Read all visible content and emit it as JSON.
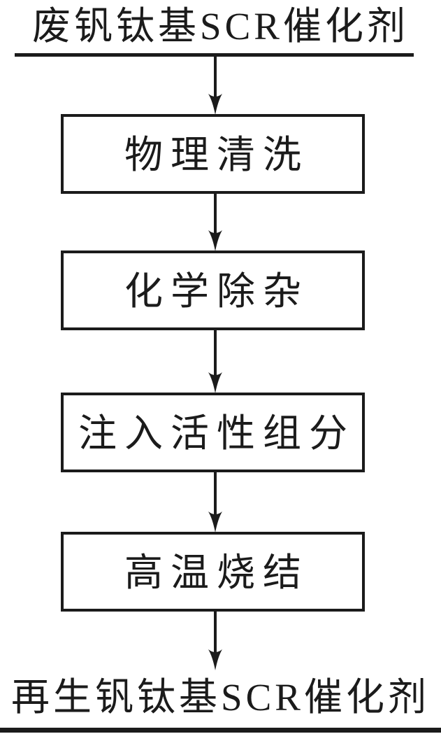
{
  "flowchart": {
    "input_label": "废钒钛基SCR催化剂",
    "steps": [
      "物理清洗",
      "化学除杂",
      "注入活性组分",
      "高温烧结"
    ],
    "output_label": "再生钒钛基SCR催化剂",
    "colors": {
      "line": "#1b1b1b",
      "background": "#ffffff"
    }
  }
}
